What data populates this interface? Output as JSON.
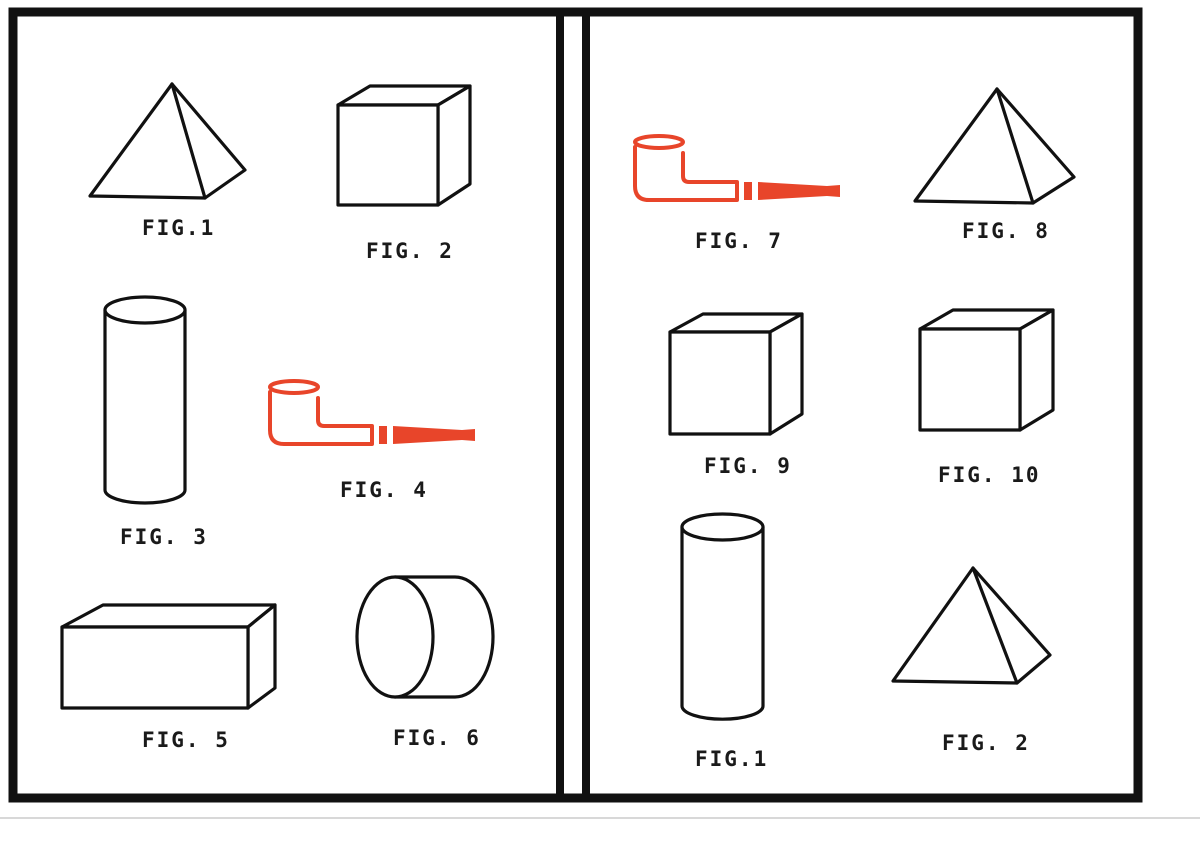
{
  "colors": {
    "background": "#ffffff",
    "frame": "#111111",
    "line": "#111111",
    "pipe_accent": "#e8452a",
    "label": "#1a1a1a"
  },
  "left_panel": {
    "figures": [
      {
        "shape": "pyramid",
        "label": "FIG.1"
      },
      {
        "shape": "cube",
        "label": "FIG. 2"
      },
      {
        "shape": "cylinder",
        "label": "FIG. 3"
      },
      {
        "shape": "pipe",
        "label": "FIG. 4"
      },
      {
        "shape": "rectangular-box",
        "label": "FIG. 5"
      },
      {
        "shape": "drum",
        "label": "FIG. 6"
      }
    ]
  },
  "right_panel": {
    "figures": [
      {
        "shape": "pipe",
        "label": "FIG. 7"
      },
      {
        "shape": "pyramid",
        "label": "FIG. 8"
      },
      {
        "shape": "cube",
        "label": "FIG. 9"
      },
      {
        "shape": "cube",
        "label": "FIG. 10"
      },
      {
        "shape": "cylinder",
        "label": "FIG.1"
      },
      {
        "shape": "pyramid",
        "label": "FIG. 2"
      }
    ]
  }
}
